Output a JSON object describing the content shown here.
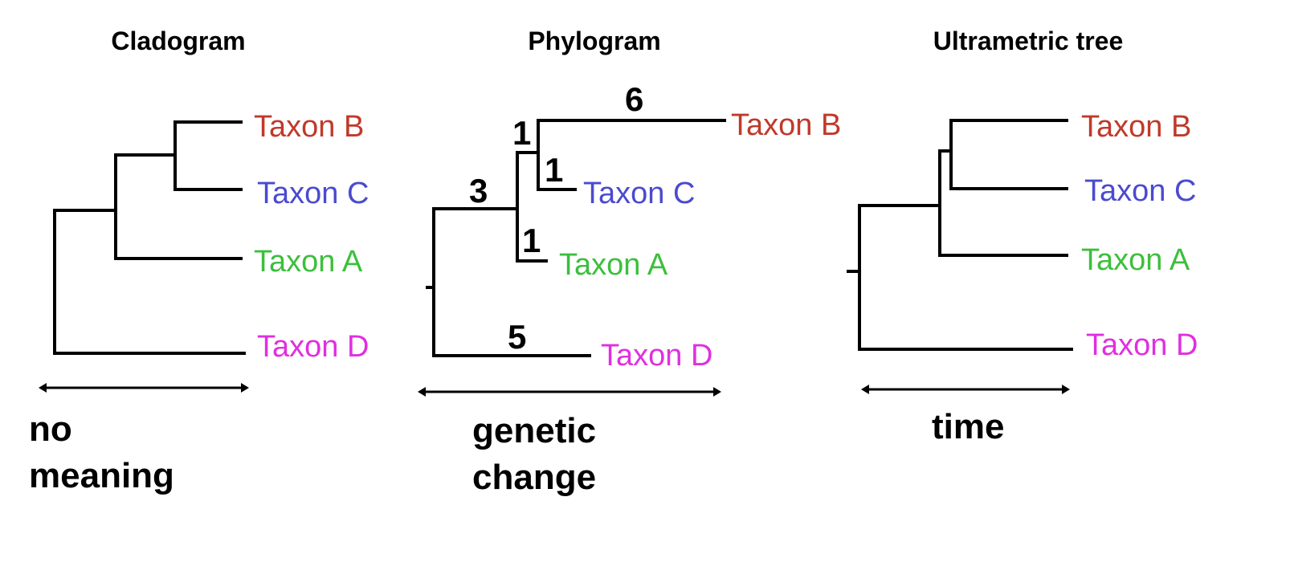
{
  "colors": {
    "taxon_b": "#c0392b",
    "taxon_c": "#4a4ad0",
    "taxon_a": "#3cbf3c",
    "taxon_d": "#e02fe0"
  },
  "cladogram": {
    "title": "Cladogram",
    "taxa": {
      "b": "Taxon B",
      "c": "Taxon C",
      "a": "Taxon A",
      "d": "Taxon D"
    },
    "axis_caption_line1": "no",
    "axis_caption_line2": "meaning"
  },
  "phylogram": {
    "title": "Phylogram",
    "taxa": {
      "b": "Taxon B",
      "c": "Taxon C",
      "a": "Taxon A",
      "d": "Taxon D"
    },
    "branch_lengths": {
      "b": "6",
      "bc_internal": "1",
      "c": "1",
      "a": "1",
      "abc_stem": "3",
      "d": "5"
    },
    "axis_caption_line1": "genetic",
    "axis_caption_line2": "change"
  },
  "ultrametric": {
    "title": "Ultrametric tree",
    "taxa": {
      "b": "Taxon B",
      "c": "Taxon C",
      "a": "Taxon A",
      "d": "Taxon D"
    },
    "axis_caption": "time"
  }
}
